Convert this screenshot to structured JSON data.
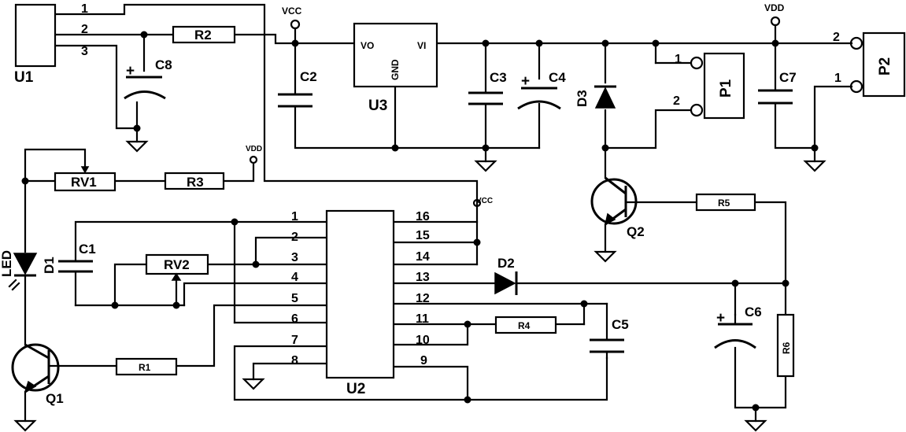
{
  "u1": {
    "name": "U1",
    "pins": [
      "1",
      "2",
      "3"
    ]
  },
  "u2": {
    "name": "U2",
    "pins_left": [
      "1",
      "2",
      "3",
      "4",
      "5",
      "6",
      "7",
      "8"
    ],
    "pins_right": [
      "16",
      "15",
      "14",
      "13",
      "12",
      "11",
      "10",
      "9"
    ]
  },
  "u3": {
    "name": "U3",
    "vo": "VO",
    "vi": "VI",
    "gnd": "GND"
  },
  "p1": {
    "name": "P1",
    "pins": [
      "1",
      "2"
    ]
  },
  "p2": {
    "name": "P2",
    "pins": [
      "2",
      "1"
    ]
  },
  "resistors": {
    "r1": "R1",
    "r2": "R2",
    "r3": "R3",
    "r4": "R4",
    "r5": "R5",
    "r6": "R6",
    "rv1": "RV1",
    "rv2": "RV2"
  },
  "capacitors": {
    "c1": "C1",
    "c2": "C2",
    "c3": "C3",
    "c4": "C4",
    "c5": "C5",
    "c6": "C6",
    "c7": "C7",
    "c8": "C8"
  },
  "diodes": {
    "d1": "D1",
    "d2": "D2",
    "d3": "D3",
    "led": "LED"
  },
  "transistors": {
    "q1": "Q1",
    "q2": "Q2"
  },
  "power": {
    "vcc": "VCC",
    "vdd": "VDD"
  },
  "polarity": {
    "plus": "+"
  }
}
